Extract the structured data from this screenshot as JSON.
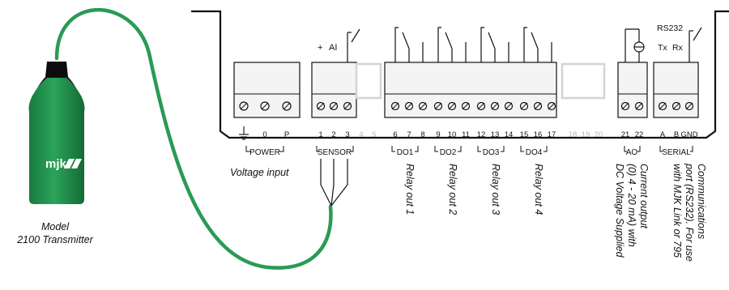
{
  "transmitter": {
    "brand": "mjk",
    "caption_line1": "Model",
    "caption_line2": "2100 Transmitter",
    "body_color": "#1f8c4a",
    "cable_color": "#2a9a55"
  },
  "voltage_input_label": "Voltage input",
  "polarity_labels": [
    "+",
    "AI"
  ],
  "rs232_label": "RS232",
  "txrx_labels": [
    "Tx",
    "Rx"
  ],
  "groups": [
    {
      "name": "POWER"
    },
    {
      "name": "SENSOR"
    },
    {
      "name": "DO1"
    },
    {
      "name": "DO2"
    },
    {
      "name": "DO3"
    },
    {
      "name": "DO4"
    },
    {
      "name": "AO"
    },
    {
      "name": "SERIAL"
    }
  ],
  "terminals": {
    "power": [
      "0",
      "P"
    ],
    "sensor": [
      "1",
      "2",
      "3"
    ],
    "sensor_unused": [
      "4",
      "5"
    ],
    "relays": [
      "6",
      "7",
      "8",
      "9",
      "10",
      "11",
      "12",
      "13",
      "14",
      "15",
      "16",
      "17"
    ],
    "unused": [
      "18",
      "19",
      "20"
    ],
    "ao": [
      "21",
      "22"
    ],
    "serial": [
      "A",
      "B",
      "GND"
    ]
  },
  "descriptions": {
    "relay1": "Relay out 1",
    "relay2": "Relay out 2",
    "relay3": "Relay out 3",
    "relay4": "Relay out 4",
    "ao": [
      "Current output",
      "(0) 4 - 20 mA) with",
      "DC Voltage Supplied"
    ],
    "serial": [
      "Communications",
      "port (RS232). For use",
      "with MJK Link or 795"
    ]
  },
  "colors": {
    "line": "#111111",
    "terminal_fill": "#f4f4f4",
    "inactive_text": "#b8b8b8"
  }
}
